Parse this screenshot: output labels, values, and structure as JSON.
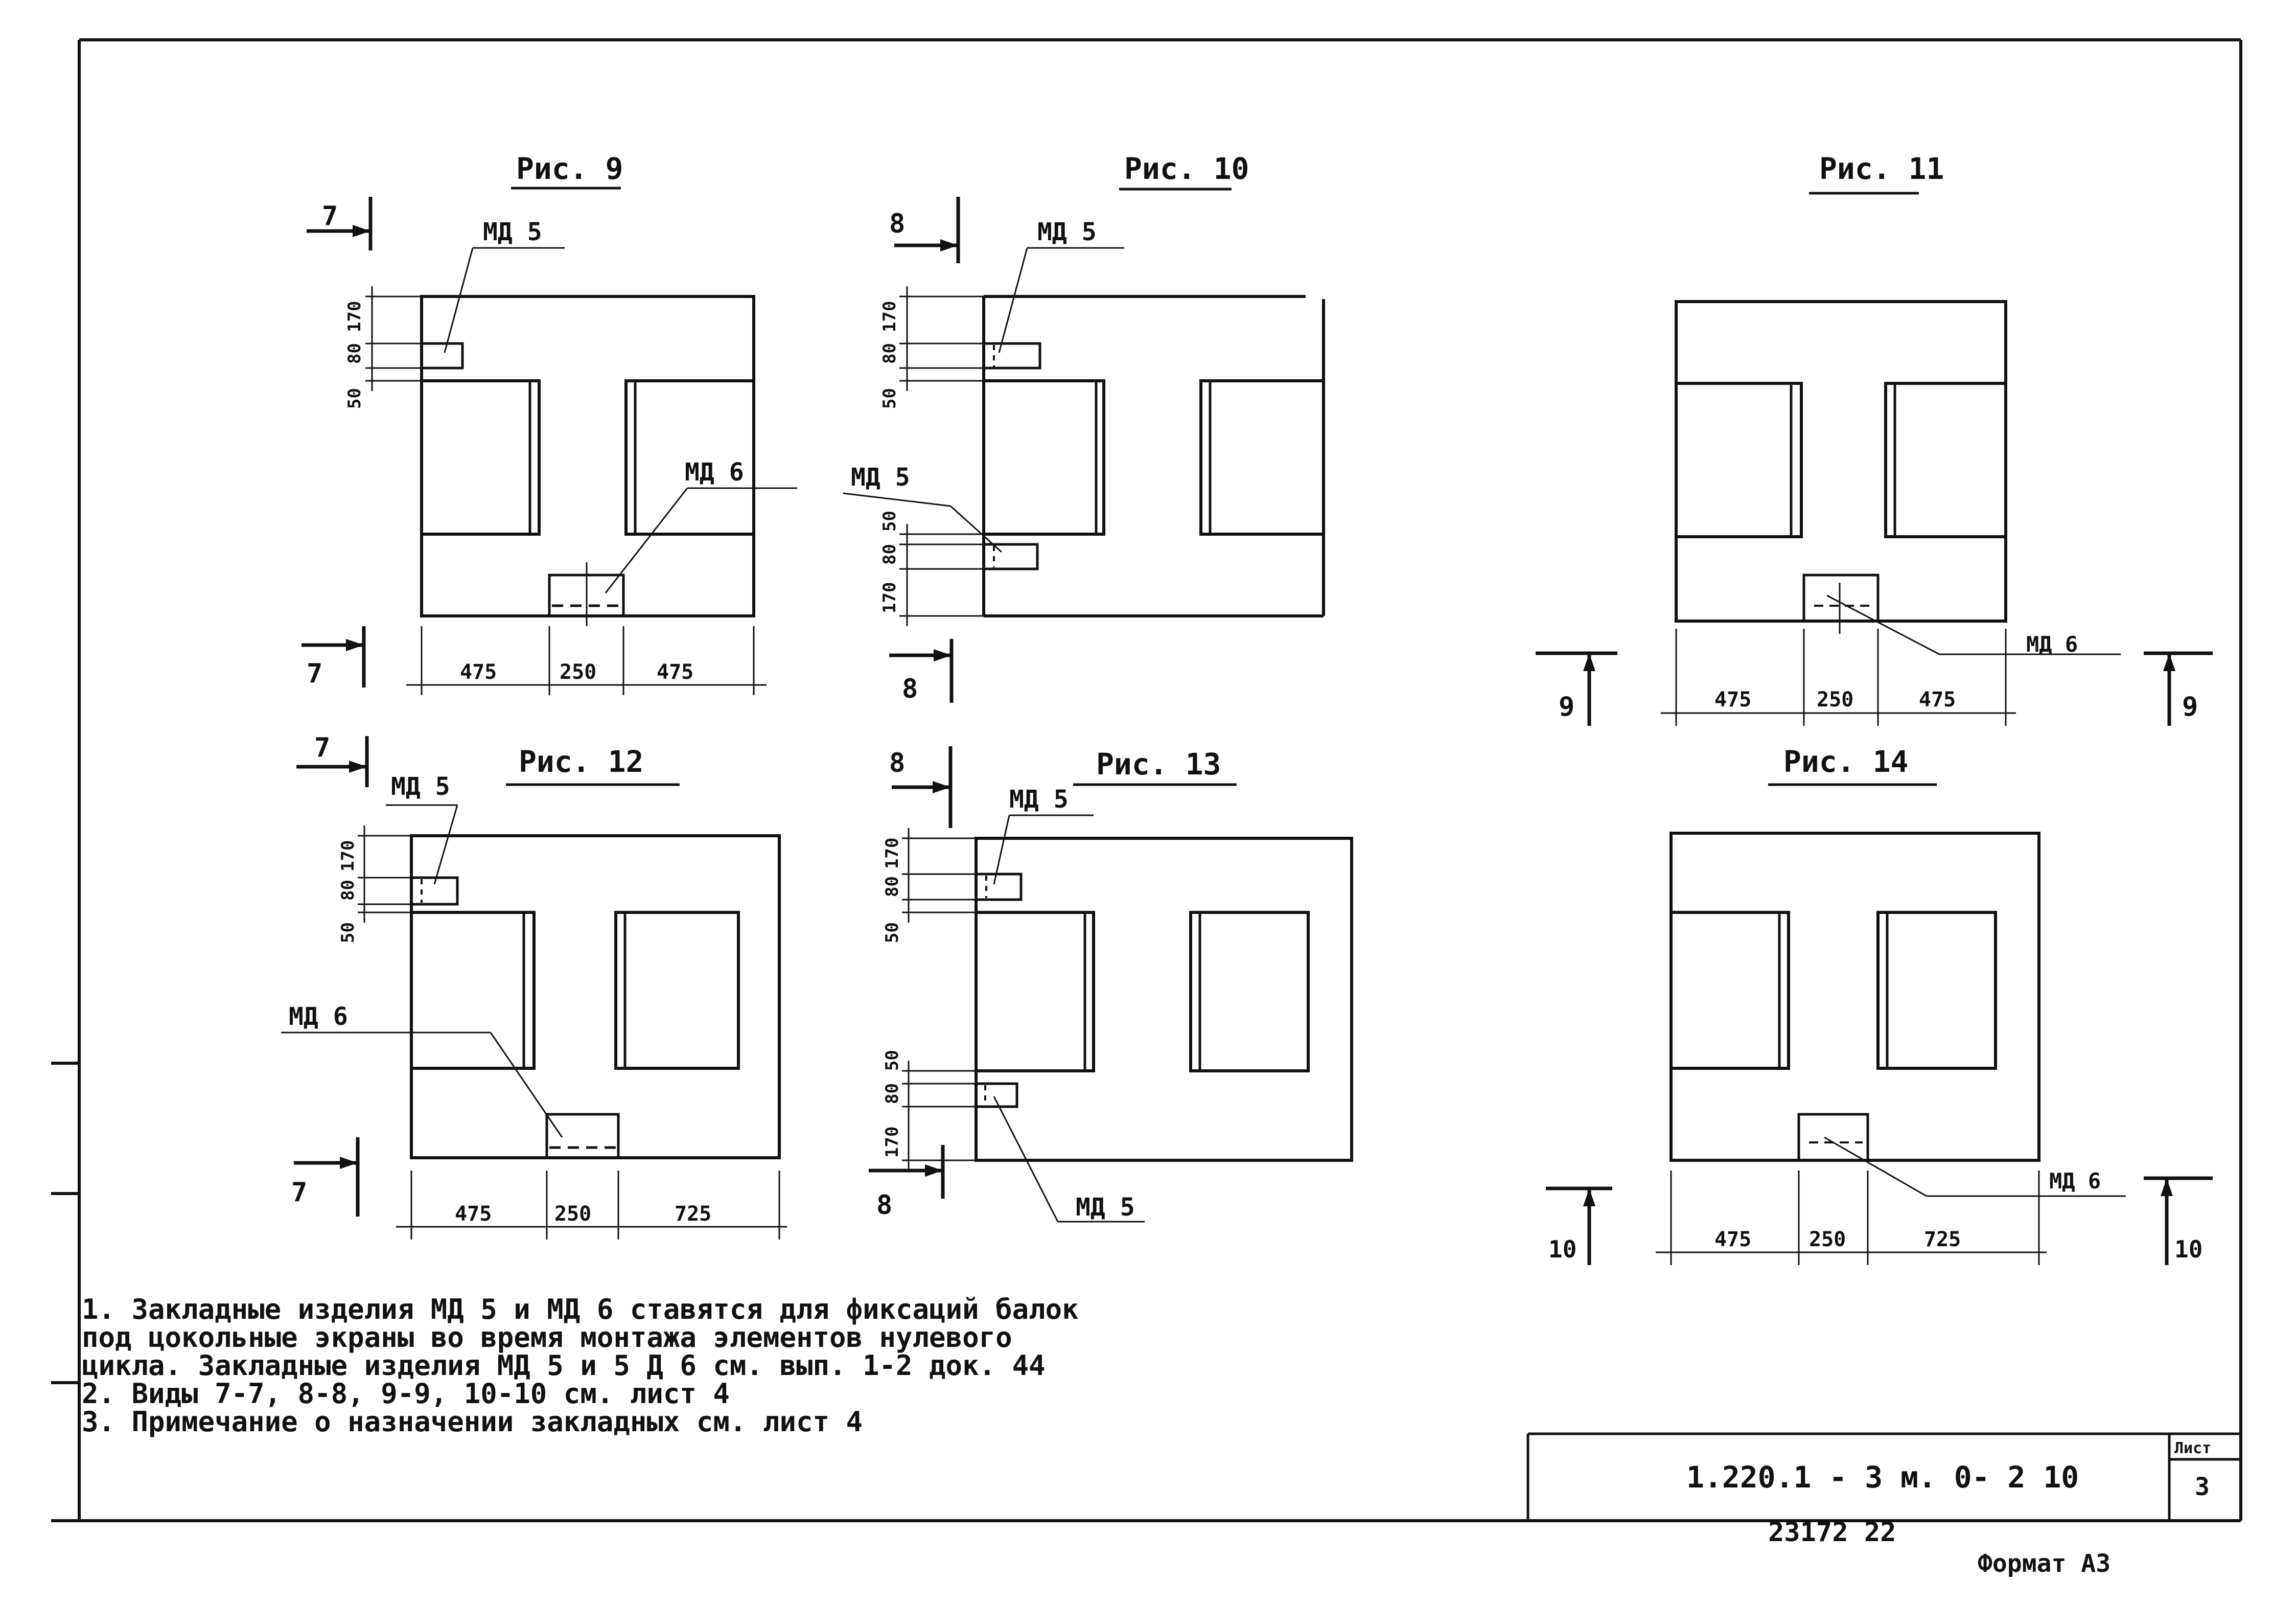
{
  "figures": {
    "fig9": {
      "title": "Рис. 9"
    },
    "fig10": {
      "title": "Рис. 10"
    },
    "fig11": {
      "title": "Рис. 11"
    },
    "fig12": {
      "title": "Рис. 12"
    },
    "fig13": {
      "title": "Рис. 13"
    },
    "fig14": {
      "title": "Рис. 14"
    }
  },
  "labels": {
    "md5": "МД 5",
    "md6": "МД 6",
    "md6_12": "МД 6",
    "md5_13a": "МД 5",
    "md5_13b": "МД 5",
    "md5_10b": "МД 5",
    "md6_11": "МД 6",
    "md6_14": "МД 6"
  },
  "sections": {
    "s7": "7",
    "s8": "8",
    "s9": "9",
    "s10": "10"
  },
  "dims": {
    "d475": "475",
    "d250": "250",
    "d725": "725",
    "d170": "170",
    "d80": "80",
    "d50": "50"
  },
  "notes": {
    "line1": "1. Закладные изделия МД 5 и МД 6 ставятся для фиксаций балок",
    "line2": "под цокольные экраны во время монтажа элементов нулевого",
    "line3": "цикла. Закладные изделия МД 5 и 5 Д 6 см. вып. 1-2 док. 44",
    "line4": "2. Виды 7-7, 8-8, 9-9, 10-10 см. лист 4",
    "line5": "3. Примечание о назначении закладных см. лист 4"
  },
  "title_block": {
    "code": "1.220.1 - 3 м.   0- 2    10",
    "sheet_label": "Лист",
    "sheet_no": "3",
    "inventory": "23172  22",
    "format": "Формат А3"
  }
}
